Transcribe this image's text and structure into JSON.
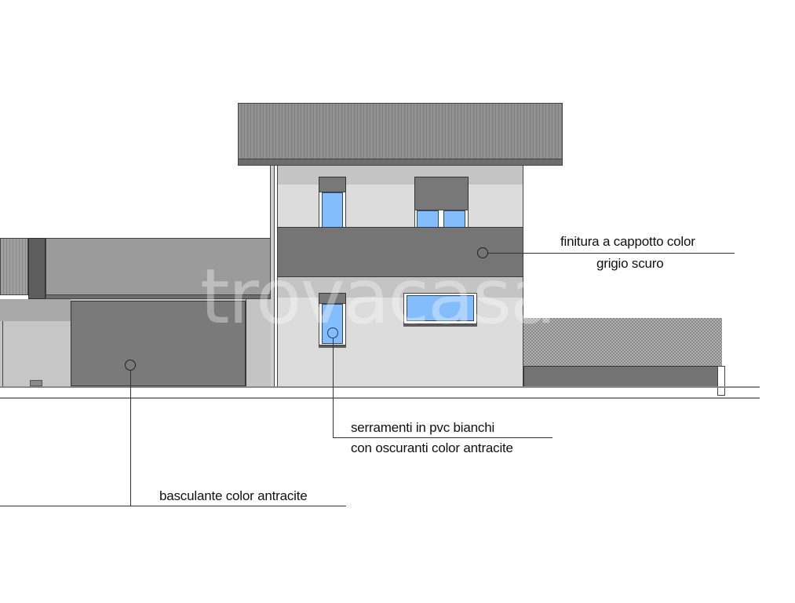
{
  "drawing": {
    "type": "architectural-elevation",
    "watermark": "trovacasa"
  },
  "annotations": [
    {
      "id": "facade-finish",
      "lines": [
        "finitura a cappotto color",
        "grigio scuro"
      ]
    },
    {
      "id": "windows",
      "lines": [
        "serramenti in pvc bianchi",
        "con oscuranti color antracite"
      ]
    },
    {
      "id": "garage-door",
      "lines": [
        "basculante color antracite"
      ]
    }
  ],
  "colors": {
    "glass": "#84bdfb",
    "anthracite": "#757575",
    "light_wall": "#dcdcdc",
    "roof": "#8a8a8a"
  }
}
